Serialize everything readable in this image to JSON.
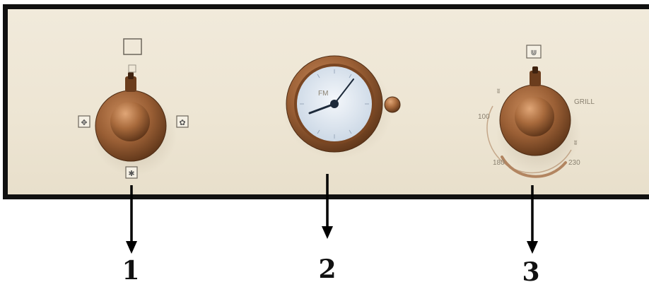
{
  "panel": {
    "knob_1": {
      "symbols": [
        "off-square",
        "fan-heat-icon",
        "fan-icon",
        "defrost-icon"
      ]
    },
    "clock": {
      "face_letters": "FM"
    },
    "knob_3": {
      "labels": {
        "grill": "GRILL",
        "t100": "100",
        "t180": "180",
        "t230": "230"
      },
      "symbol": "grill-flame-icon"
    }
  },
  "callouts": {
    "one": "1",
    "two": "2",
    "three": "3"
  },
  "colors": {
    "panel": "#eee6d4",
    "copper": "#9a5f35",
    "border": "#111111"
  }
}
